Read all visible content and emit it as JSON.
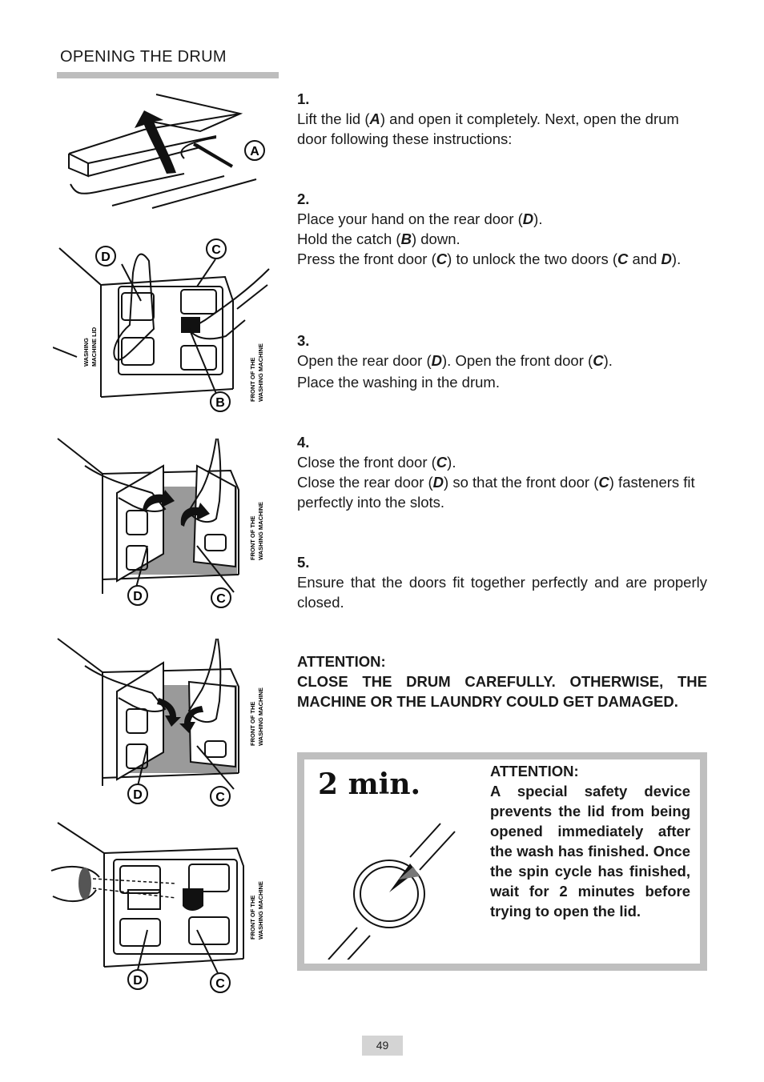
{
  "header": {
    "title": "OPENING THE DRUM"
  },
  "figures": {
    "fig1": {
      "callout_a": "A"
    },
    "fig2": {
      "callout_d": "D",
      "callout_c": "C",
      "callout_b": "B",
      "label_lid_1": "WASHING",
      "label_lid_2": "MACHINE LID",
      "label_front_1": "FRONT OF THE",
      "label_front_2": "WASHING MACHINE"
    },
    "fig3": {
      "callout_d": "D",
      "callout_c": "C",
      "label_front_1": "FRONT OF THE",
      "label_front_2": "WASHING MACHINE"
    },
    "fig4": {
      "callout_d": "D",
      "callout_c": "C",
      "label_front_1": "FRONT OF THE",
      "label_front_2": "WASHING MACHINE"
    },
    "fig5": {
      "callout_d": "D",
      "callout_c": "C",
      "label_front_1": "FRONT OF THE",
      "label_front_2": "WASHING MACHINE"
    }
  },
  "steps": {
    "s1": {
      "num": "1.",
      "t1": "Lift the lid (",
      "k1": "A",
      "t2": ") and open it completely. Next, open the drum door following these instructions:"
    },
    "s2": {
      "num": "2.",
      "l1a": "Place your hand on the rear door (",
      "l1k": "D",
      "l1b": ").",
      "l2a": "Hold the catch (",
      "l2k": "B",
      "l2b": ") down.",
      "l3a": "Press the front door (",
      "l3k1": "C",
      "l3b": ") to unlock the two doors (",
      "l3k2": "C",
      "l3c": " and ",
      "l3k3": "D",
      "l3d": ")."
    },
    "s3": {
      "num": "3.",
      "l1a": "Open the rear door (",
      "l1k1": "D",
      "l1b": "). Open the front door (",
      "l1k2": "C",
      "l1c": ").",
      "l2": "Place the washing in the drum."
    },
    "s4": {
      "num": "4.",
      "l1a": "Close the front door (",
      "l1k": "C",
      "l1b": ").",
      "l2a": "Close the rear door (",
      "l2k1": "D",
      "l2b": ") so that the front door (",
      "l2k2": "C",
      "l2c": ") fasteners fit perfectly into the slots."
    },
    "s5": {
      "num": "5.",
      "text": "Ensure that the doors fit together perfectly and are properly closed."
    }
  },
  "warning": {
    "title": "ATTENTION:",
    "text": "CLOSE THE DRUM CAREFULLY. OTHERWISE, THE MACHINE OR THE LAUNDRY COULD GET DAMAGED."
  },
  "notice": {
    "time": "2 min.",
    "title": "ATTENTION:",
    "text": "A special safety device prevents the lid from being opened immediately after the wash has finished. Once the spin cycle has finished, wait for 2 minutes before trying to open the lid."
  },
  "footer": {
    "page_number": "49"
  }
}
